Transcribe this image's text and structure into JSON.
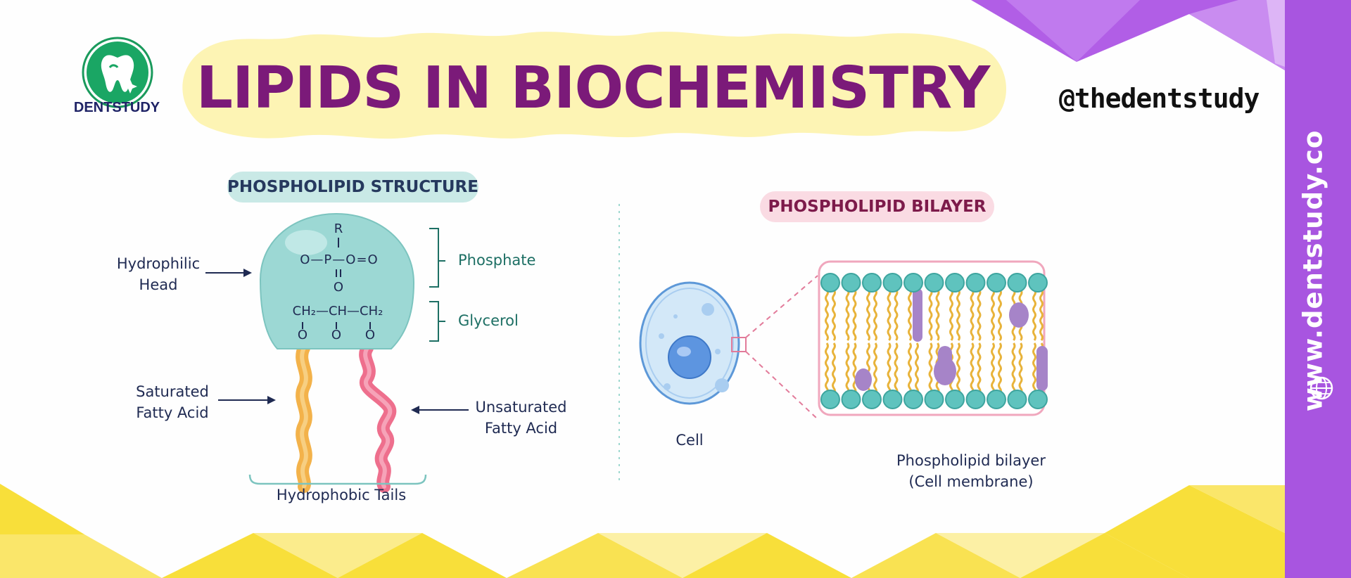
{
  "header": {
    "title": "LIPIDS IN BIOCHEMISTRY",
    "brand_name": "DENTSTUDY",
    "handle": "@thedentstudy",
    "website": "www.dentstudy.co"
  },
  "structure_panel": {
    "heading": "PHOSPHOLIPID STRUCTURE",
    "labels": {
      "hydrophilic_head": [
        "Hydrophilic",
        "Head"
      ],
      "phosphate": "Phosphate",
      "glycerol": "Glycerol",
      "saturated": [
        "Saturated",
        "Fatty Acid"
      ],
      "unsaturated": [
        "Unsaturated",
        "Fatty Acid"
      ],
      "tails": "Hydrophobic Tails"
    },
    "formula": {
      "r": "R",
      "phosphate_row": "O—P—O=O",
      "double_o": "O",
      "glycerol_row": "CH₂—CH—CH₂",
      "o1": "O",
      "o2": "O",
      "o3": "O"
    }
  },
  "bilayer_panel": {
    "heading": "PHOSPHOLIPID BILAYER",
    "cell_label": "Cell",
    "caption": [
      "Phospholipid bilayer",
      "(Cell membrane)"
    ]
  },
  "colors": {
    "purple": "#a855e0",
    "yellow": "#f8df3a",
    "title": "#7b1a79",
    "teal": "#5fc3be",
    "saturated_tail": "#f3b24a",
    "unsaturated_tail": "#ee6f8d",
    "protein": "#a684c8"
  },
  "icons": {
    "logo": "tooth-logo-icon",
    "globe": "globe-icon"
  }
}
